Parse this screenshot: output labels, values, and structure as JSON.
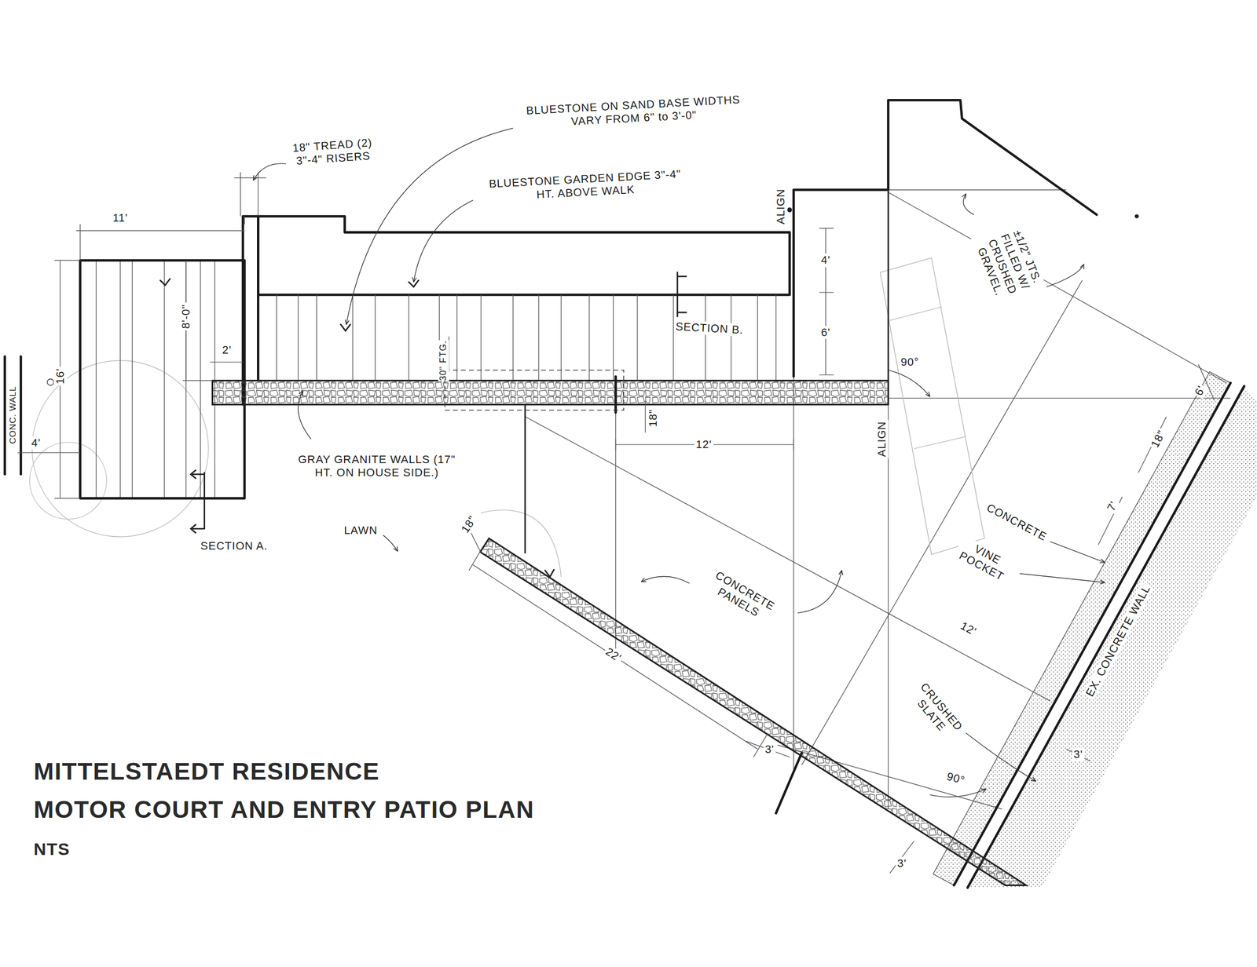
{
  "diagram": {
    "title": "MITTELSTAEDT RESIDENCE",
    "caption": "MOTOR COURT AND ENTRY PATIO PLAN",
    "labels": [
      "BLUESTONE ON SAND BASE WIDTHS VARY FROM 6\" to 3'-0\"",
      "18\" TREAD (2) 3\"-4\" RISERS",
      "BLUESTONE GARDEN EDGE 3\"-4\" HT. ABOVE WALK",
      "ALIGN",
      "11'",
      "4'",
      "6'",
      "SECTION B.",
      "16'",
      "8'-0\"",
      "2'",
      "30\" FTG.",
      "90°",
      "4'",
      "18\"",
      "12'",
      "ALIGN",
      "GRAY GRANITE WALLS (17\" HT. ON HOUSE SIDE.)",
      "LAWN",
      "SECTION A.",
      "CONC. WALL",
      "±1/2\" JTS. FILLED W/ CRUSHED GRAVEL.",
      "6'",
      "18\"",
      "7'",
      "CONCRETE",
      "VINE POCKET",
      "CONCRETE PANELS",
      "12'",
      "CRUSHED SLATE",
      "EX. CONCRETE WALL",
      "90°",
      "22'",
      "3'",
      "3'",
      "3'",
      "18\"",
      "NTS"
    ]
  }
}
